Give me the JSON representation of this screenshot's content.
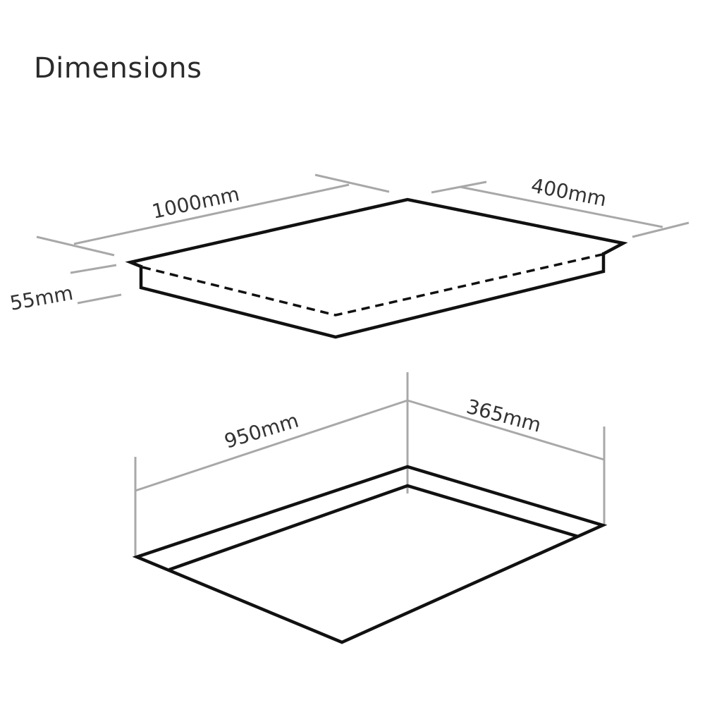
{
  "title": "Dimensions",
  "hob": {
    "width_label": "1000mm",
    "depth_label": "400mm",
    "height_label": "55mm"
  },
  "cutout": {
    "width_label": "950mm",
    "depth_label": "365mm"
  }
}
